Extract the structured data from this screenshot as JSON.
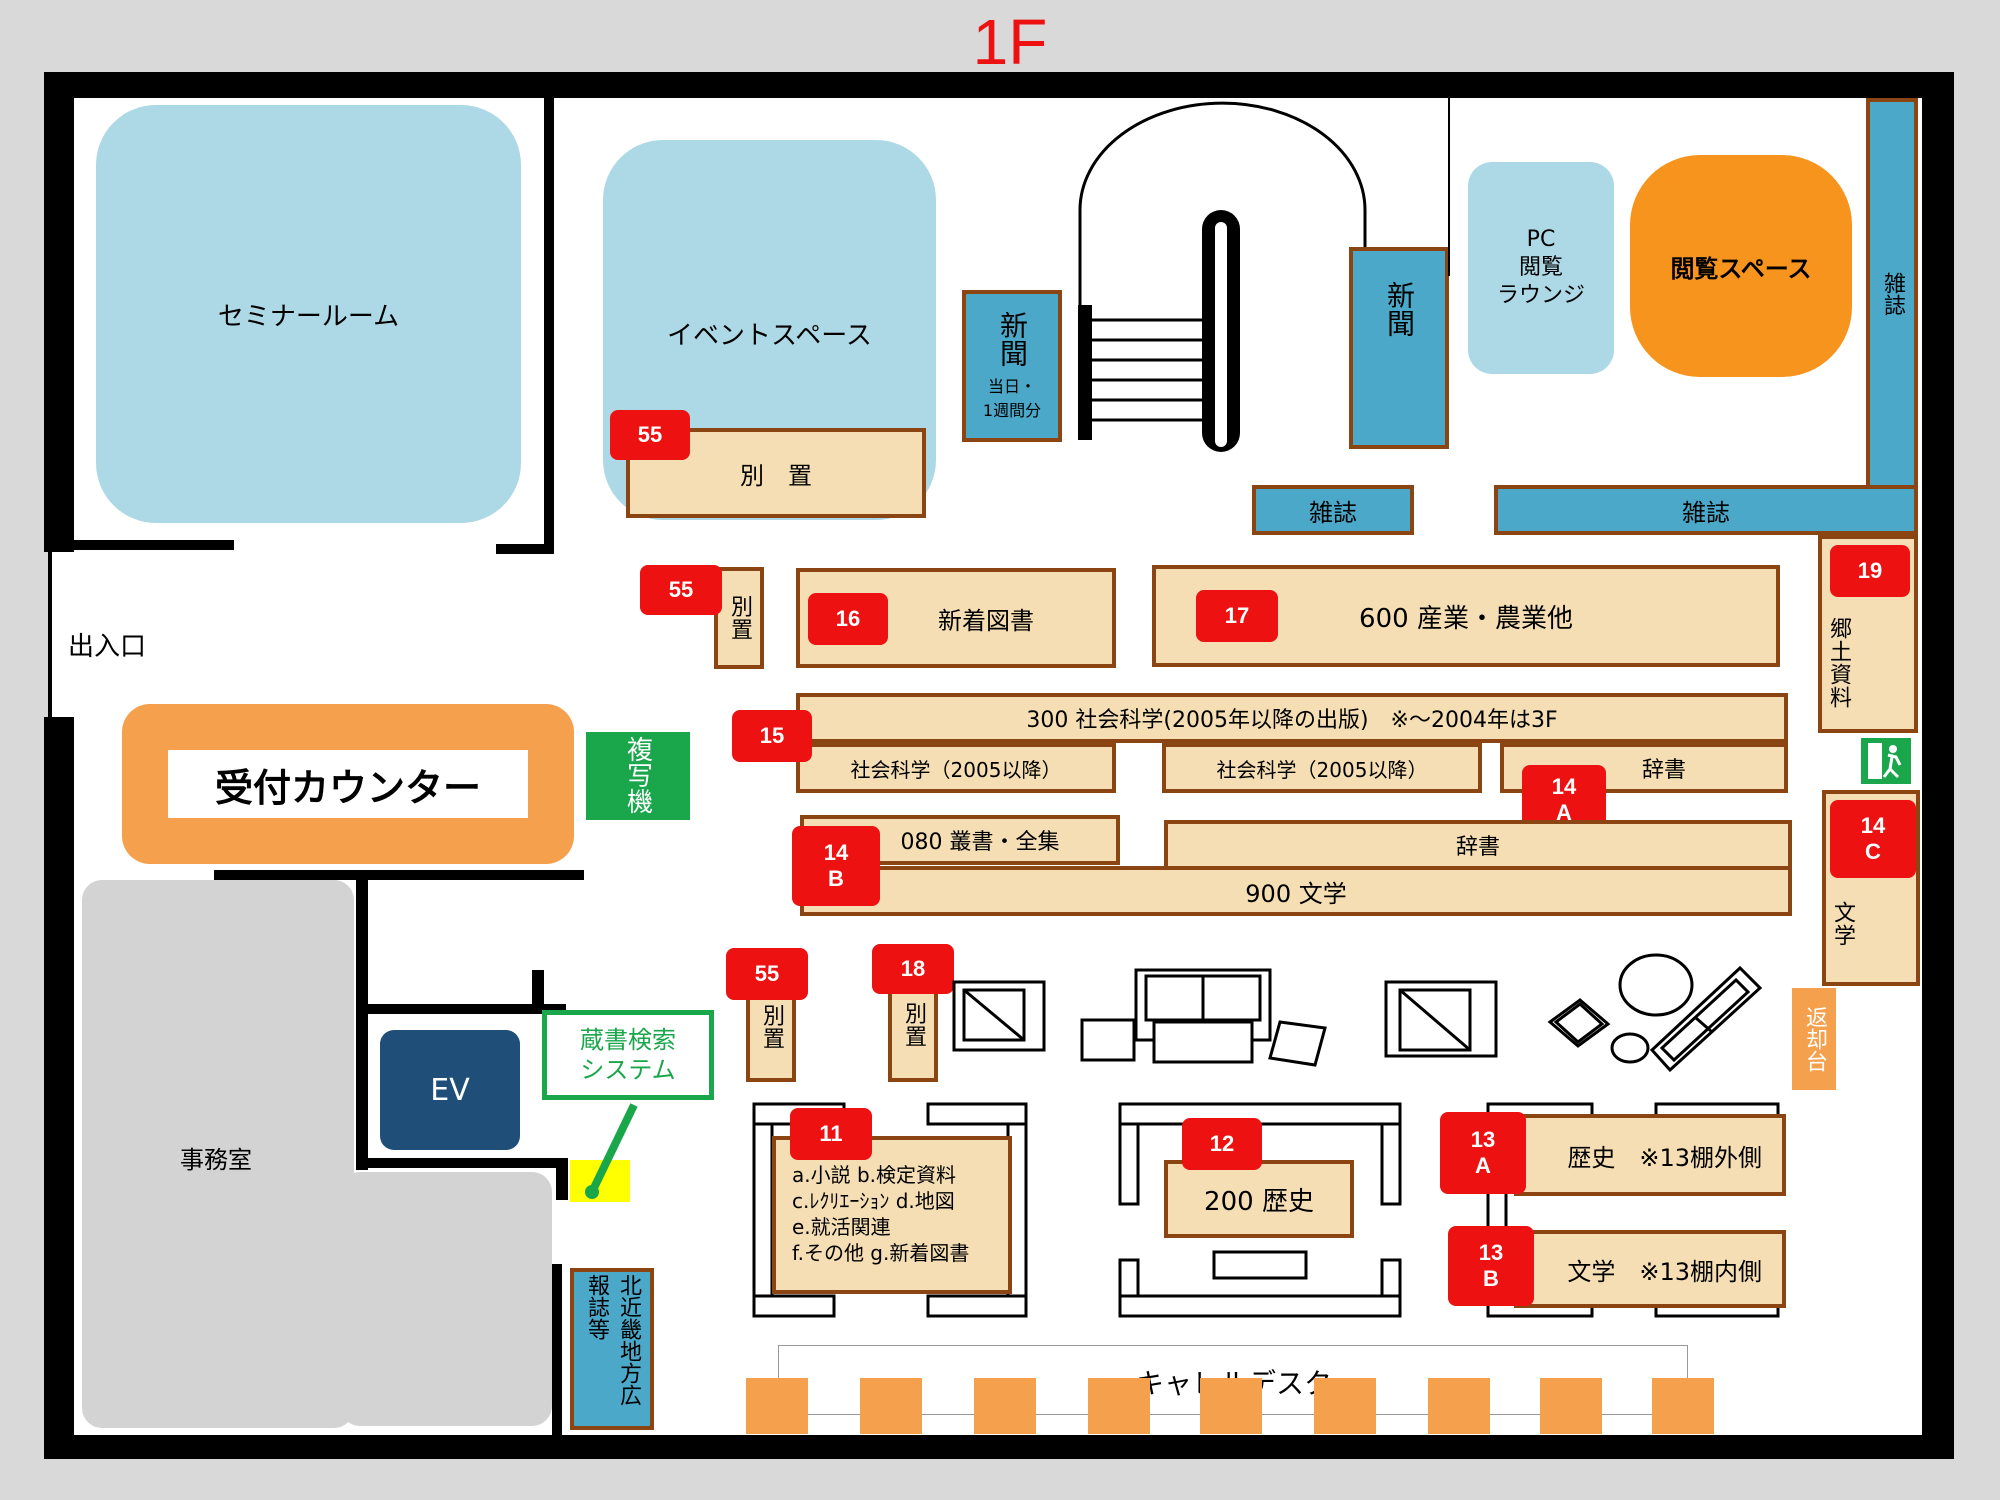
{
  "floor_title": "1F",
  "entrance": "出入口",
  "rooms": {
    "seminar": "セミナールーム",
    "event": "イベントスペース",
    "pc_lounge": [
      "PC",
      "閲覧",
      "ラウンジ"
    ],
    "reading": "閲覧スペース",
    "office": "事務室",
    "ev": "EV",
    "counter": "受付カウンター",
    "copier": "複写機",
    "catalog": [
      "蔵書検索",
      "システム"
    ],
    "carrel": "キャレルデスク",
    "return": "返却台"
  },
  "shelves": {
    "bessho": "別　置",
    "bessho_v": "別置",
    "newspaper": "新聞",
    "newspaper_sub": [
      "当日・",
      "1週間分"
    ],
    "magazine": "雑誌",
    "new_books": "新着図書",
    "s17": "600 産業・農業他",
    "s15": "300 社会科学(2005年以降の出版)　※～2004年は3F",
    "s15_a": "社会科学（2005以降）",
    "s15_b": "社会科学（2005以降）",
    "s14a": "辞書",
    "s14b": "080 叢書・全集",
    "dict2": "辞書",
    "lit900": "900 文学",
    "local": "郷土資料",
    "s14c": "文学",
    "s11": [
      "a.小説 b.検定資料",
      "c.ﾚｸﾘｴｰｼｮﾝ d.地図",
      "e.就活関連",
      "f.その他 g.新着図書"
    ],
    "s12": "200 歴史",
    "s13a": "歴史　※13棚外側",
    "s13b": "文学　※13棚内側",
    "kinki": "北近畿地方広報誌等"
  },
  "badges": {
    "b55": "55",
    "b16": "16",
    "b17": "17",
    "b19": "19",
    "b15": "15",
    "b14a": [
      "14",
      "A"
    ],
    "b14b": [
      "14",
      "B"
    ],
    "b14c": [
      "14",
      "C"
    ],
    "b18": "18",
    "b11": "11",
    "b12": "12",
    "b13a": [
      "13",
      "A"
    ],
    "b13b": [
      "13",
      "B"
    ]
  },
  "colors": {
    "badge": "#ee1111",
    "shelf": "#f5deb3",
    "room": "#add8e6",
    "counter": "#f4a04d",
    "copier": "#1aa64b"
  }
}
